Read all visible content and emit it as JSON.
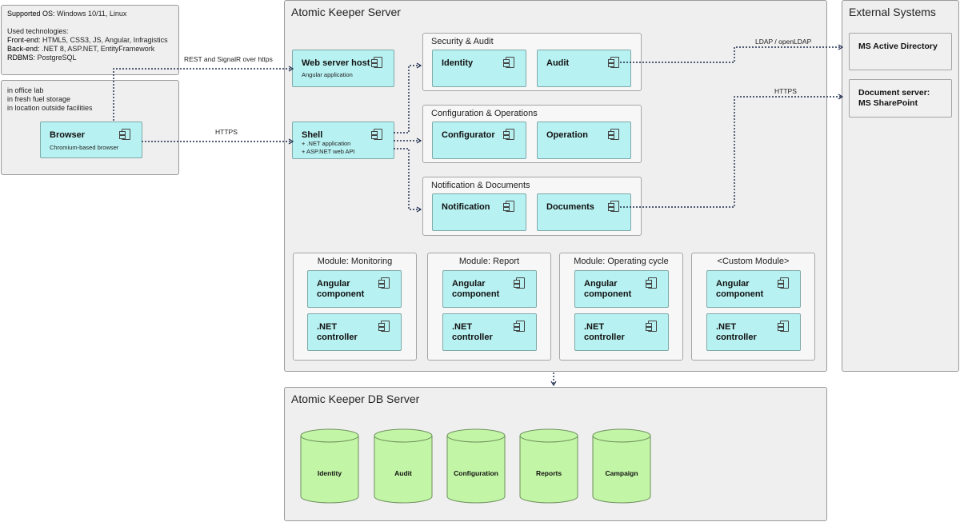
{
  "info_box": {
    "os_label": "Supported OS:",
    "os_value": " Windows 10/11, Linux",
    "tech_heading": "Used technologies:",
    "frontend_label": "Front-end:",
    "frontend_value": " HTML5, CSS3, JS, Angular, Infragistics",
    "backend_label": "Back-end:",
    "backend_value": " .NET 8, ASP.NET, EntityFramework",
    "rdbms_label": "RDBMS:",
    "rdbms_value": " PostgreSQL"
  },
  "locations_box": {
    "lines": [
      "in office lab",
      "in fresh fuel storage",
      "in location outside facilities"
    ],
    "browser": {
      "title": "Browser",
      "subtitle": "Chromium-based browser"
    }
  },
  "connections": {
    "rest": "REST and SignalR over https",
    "https_browser": "HTTPS",
    "ldap": "LDAP / openLDAP",
    "https_docs": "HTTPS"
  },
  "server": {
    "title": "Atomic Keeper Server",
    "web_host": {
      "title": "Web server host",
      "subtitle": "Angular application"
    },
    "shell": {
      "title": "Shell",
      "sub1": "+ .NET application",
      "sub2": "+ ASP.NET web API"
    },
    "groups": [
      {
        "title": "Security & Audit",
        "items": [
          "Identity",
          "Audit"
        ]
      },
      {
        "title": "Configuration & Operations",
        "items": [
          "Configurator",
          "Operation"
        ]
      },
      {
        "title": "Notification & Documents",
        "items": [
          "Notification",
          "Documents"
        ]
      }
    ],
    "modules": [
      {
        "title": "Module: Monitoring",
        "angular": "Angular\ncomponent",
        "net": ".NET\ncontroller"
      },
      {
        "title": "Module: Report",
        "angular": "Angular\ncomponent",
        "net": ".NET\ncontroller"
      },
      {
        "title": "Module: Operating cycle",
        "angular": "Angular\ncomponent",
        "net": ".NET\ncontroller"
      },
      {
        "title": "<Custom Module>",
        "angular": "Angular\ncomponent",
        "net": ".NET\ncontroller"
      }
    ]
  },
  "external": {
    "title": "External Systems",
    "ad": "MS Active Directory",
    "docserver_line1": "Document server:",
    "docserver_line2": "MS SharePoint"
  },
  "db_server": {
    "title": "Atomic Keeper DB Server",
    "databases": [
      "Identity",
      "Audit",
      "Configuration",
      "Reports",
      "Campaign"
    ]
  },
  "colors": {
    "component_fill": "#b8f1f1",
    "database_fill": "#c3f5a6",
    "panel_fill": "#efefef",
    "connector": "#1a2a4a"
  }
}
